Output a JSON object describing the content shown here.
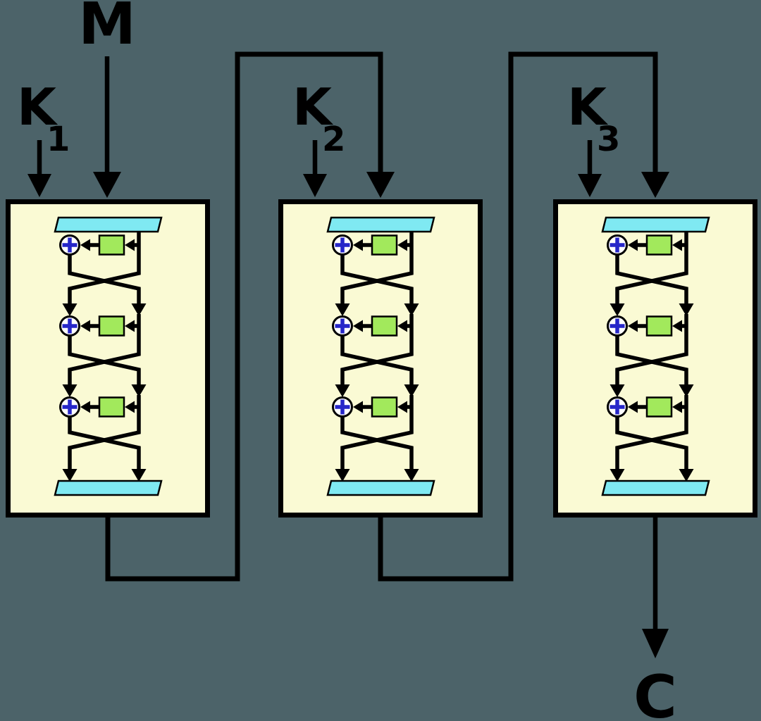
{
  "diagram": {
    "type": "triple-des-encryption-chain",
    "message_label": "M",
    "ciphertext_label": "C",
    "blocks": [
      {
        "name": "des-stage-1",
        "key_label": "K",
        "key_subscript": "1"
      },
      {
        "name": "des-stage-2",
        "key_label": "K",
        "key_subscript": "2"
      },
      {
        "name": "des-stage-3",
        "key_label": "K",
        "key_subscript": "3"
      }
    ],
    "colors": {
      "background": "#4C6369",
      "block_fill": "#FAFAD4",
      "register_bar": "#7FE9F2",
      "round_function_box": "#A2E95C",
      "xor_cross": "#2626C9",
      "line": "#000000"
    }
  }
}
